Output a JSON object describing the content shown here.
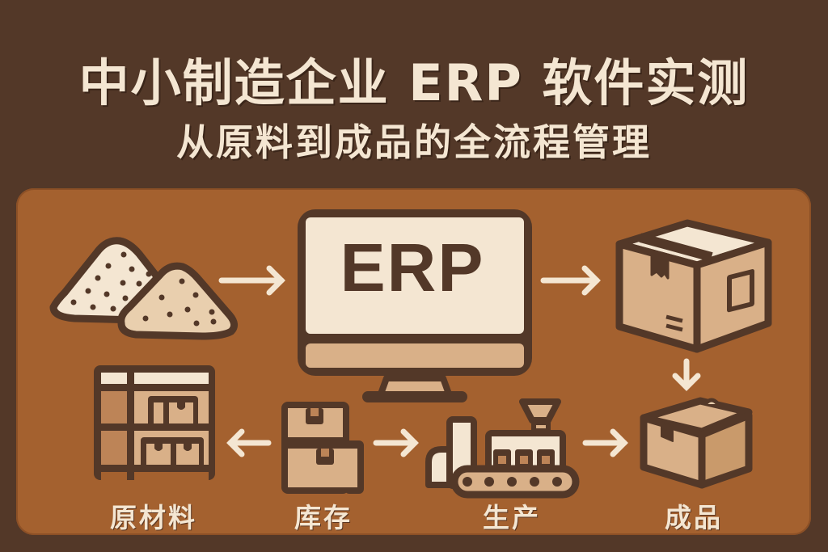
{
  "header": {
    "title": "中小制造企业 ERP 软件实测",
    "subtitle": "从原料到成品的全流程管理"
  },
  "diagram": {
    "center": {
      "label": "ERP",
      "icon": "computer-monitor-icon"
    },
    "nodes": [
      {
        "id": "raw-powder",
        "icon": "material-piles-icon",
        "label": ""
      },
      {
        "id": "package",
        "icon": "cardboard-box-icon",
        "label": ""
      },
      {
        "id": "raw-materials",
        "icon": "warehouse-shelf-icon",
        "label": "原材料"
      },
      {
        "id": "inventory",
        "icon": "stacked-boxes-icon",
        "label": "库存"
      },
      {
        "id": "production",
        "icon": "factory-conveyor-icon",
        "label": "生产"
      },
      {
        "id": "finished-goods",
        "icon": "open-box-icon",
        "label": "成品"
      }
    ],
    "edges": [
      {
        "from": "raw-powder",
        "to": "erp",
        "direction": "right"
      },
      {
        "from": "erp",
        "to": "package",
        "direction": "right"
      },
      {
        "from": "package",
        "to": "finished-goods",
        "direction": "down"
      },
      {
        "from": "inventory",
        "to": "raw-materials",
        "direction": "left"
      },
      {
        "from": "inventory",
        "to": "production",
        "direction": "right"
      },
      {
        "from": "production",
        "to": "finished-goods",
        "direction": "right"
      }
    ]
  },
  "colors": {
    "background": "#533828",
    "panel": "#a4612f",
    "outline": "#533828",
    "cream": "#f4e6d2",
    "tan": "#d9b088",
    "light_tan": "#e9cfae",
    "text": "#f4e6d2"
  }
}
